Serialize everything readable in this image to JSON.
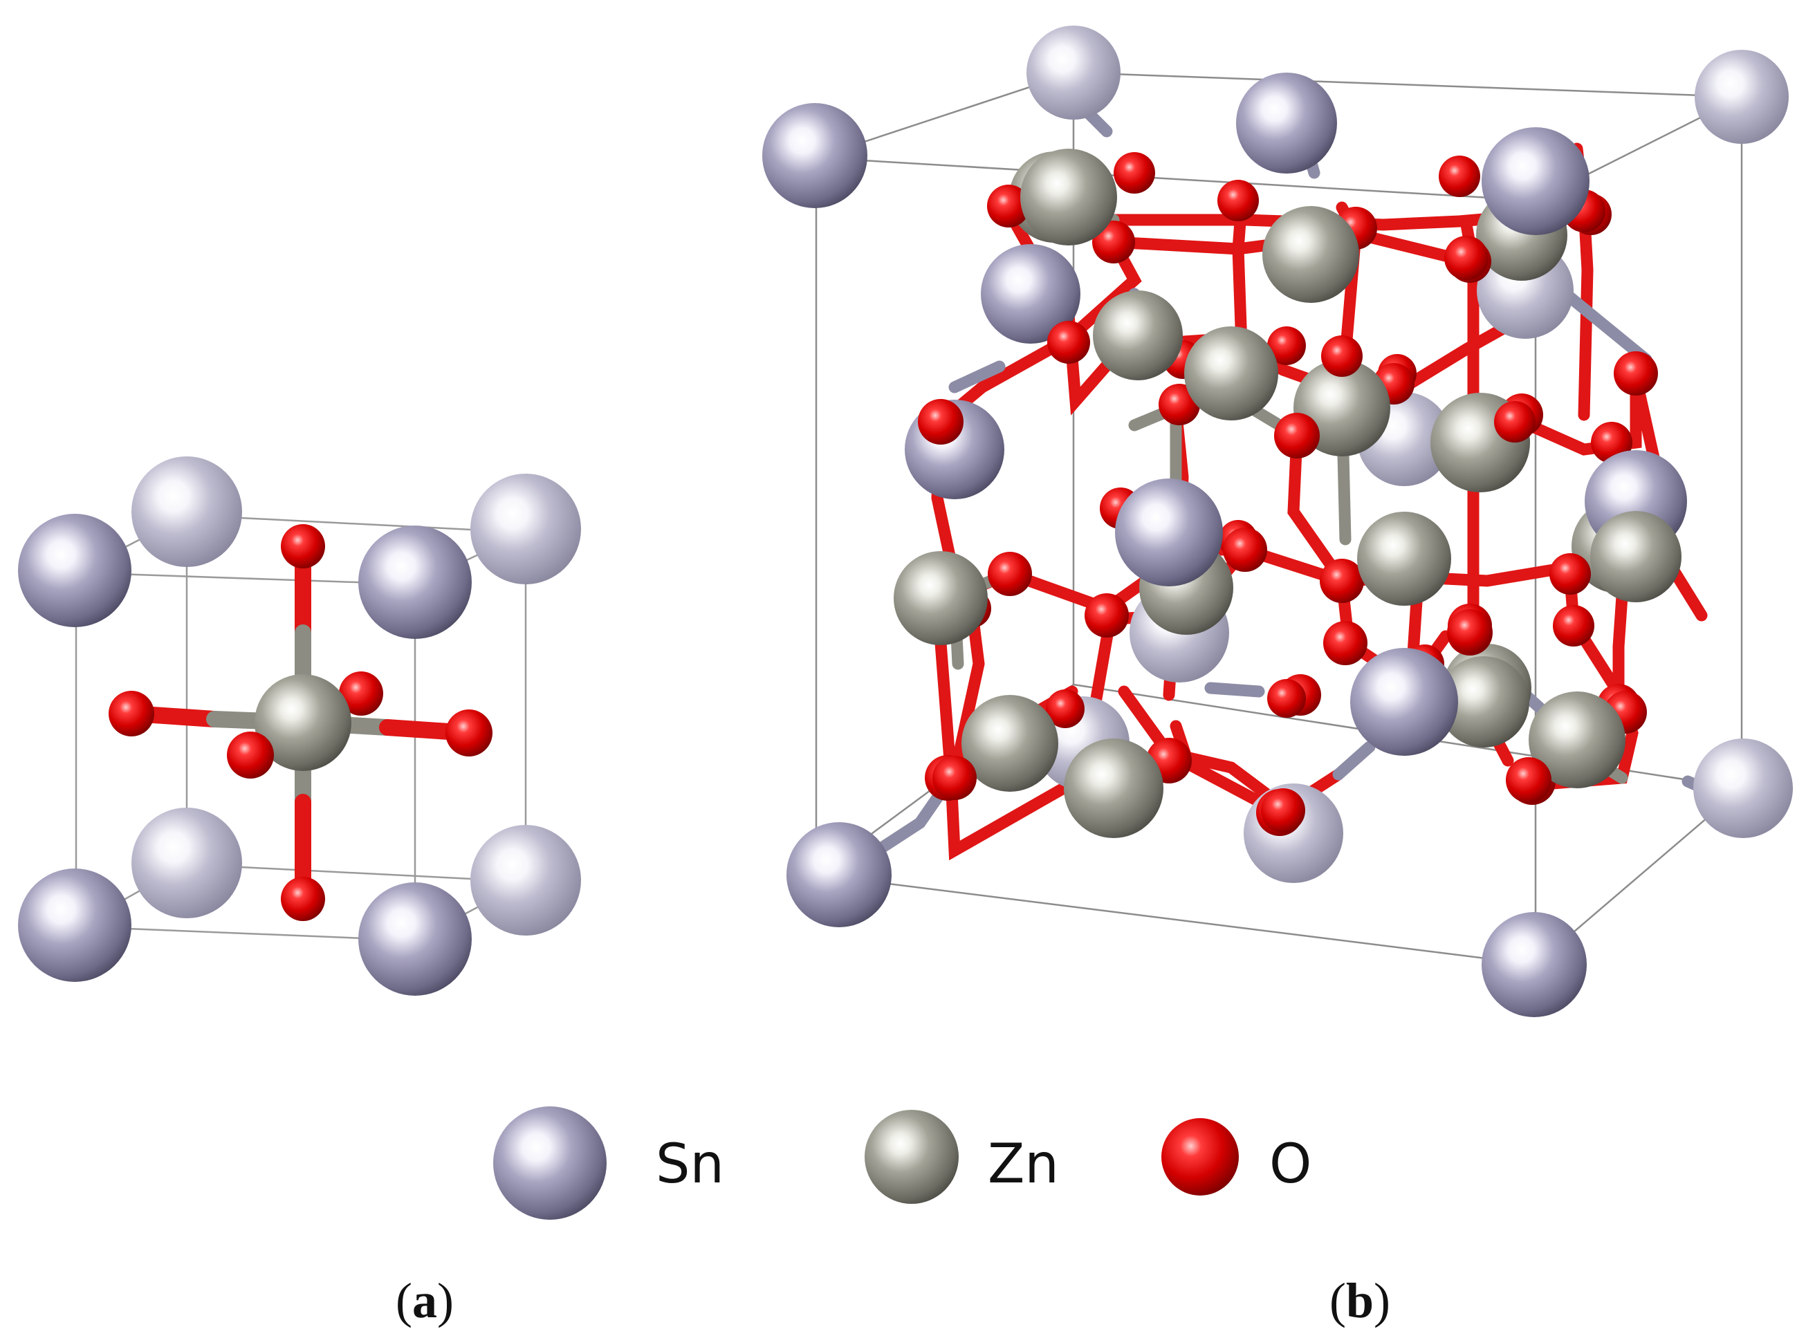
{
  "elements": {
    "sn": {
      "label": "Sn",
      "color": "#8f8ca8"
    },
    "zn": {
      "label": "Zn",
      "color": "#8c8c82"
    },
    "o": {
      "label": "O",
      "color": "#e01010"
    }
  },
  "panels": {
    "a": {
      "open": "(",
      "letter": "a",
      "close": ")"
    },
    "b": {
      "open": "(",
      "letter": "b",
      "close": ")"
    }
  },
  "icons": {
    "atom": "shaded-sphere",
    "bond": "two-tone-cylinder"
  }
}
